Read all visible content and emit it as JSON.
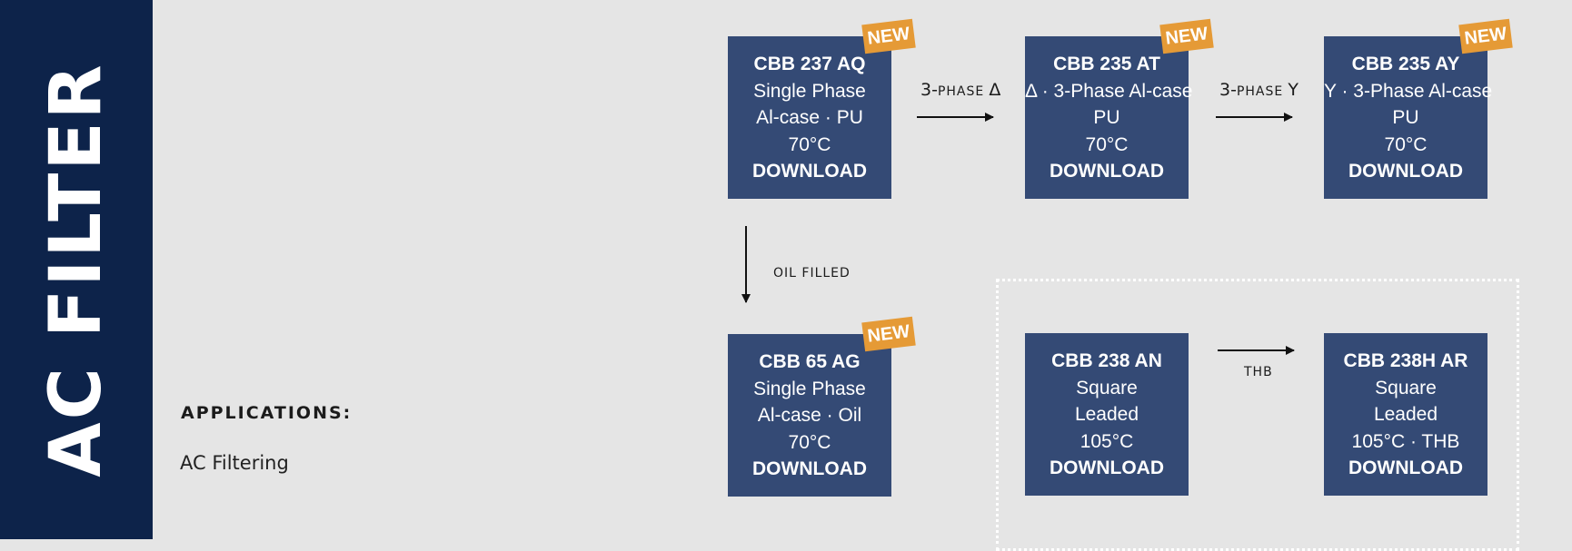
{
  "sidebar": {
    "title": "AC FILTER"
  },
  "applications": {
    "heading": "APPLICATIONS:",
    "item": "AC Filtering"
  },
  "badge_text": "NEW",
  "cards": {
    "cbb237aq": {
      "name": "CBB 237 AQ",
      "line1": "Single Phase",
      "line2": "Al-case · PU",
      "line3": "70°C",
      "action": "DOWNLOAD"
    },
    "cbb235at": {
      "name": "CBB 235 AT",
      "line1": "Δ · 3-Phase Al-case",
      "line2": "PU",
      "line3": "70°C",
      "action": "DOWNLOAD"
    },
    "cbb235ay": {
      "name": "CBB 235 AY",
      "line1": "Y · 3-Phase Al-case",
      "line2": "PU",
      "line3": "70°C",
      "action": "DOWNLOAD"
    },
    "cbb65ag": {
      "name": "CBB 65 AG",
      "line1": "Single Phase",
      "line2": "Al-case · Oil",
      "line3": "70°C",
      "action": "DOWNLOAD"
    },
    "cbb238an": {
      "name": "CBB 238 AN",
      "line1": "Square",
      "line2": "Leaded",
      "line3": "105°C",
      "action": "DOWNLOAD"
    },
    "cbb238har": {
      "name": "CBB 238H AR",
      "line1": "Square",
      "line2": "Leaded",
      "line3": "105°C · THB",
      "action": "DOWNLOAD"
    }
  },
  "connectors": {
    "delta": {
      "main": "3-",
      "small": "PHASE",
      "symbol": "Δ"
    },
    "wye": {
      "main": "3-",
      "small": "PHASE",
      "symbol": "Y"
    },
    "oil": "OIL FILLED",
    "thb": "THB"
  }
}
